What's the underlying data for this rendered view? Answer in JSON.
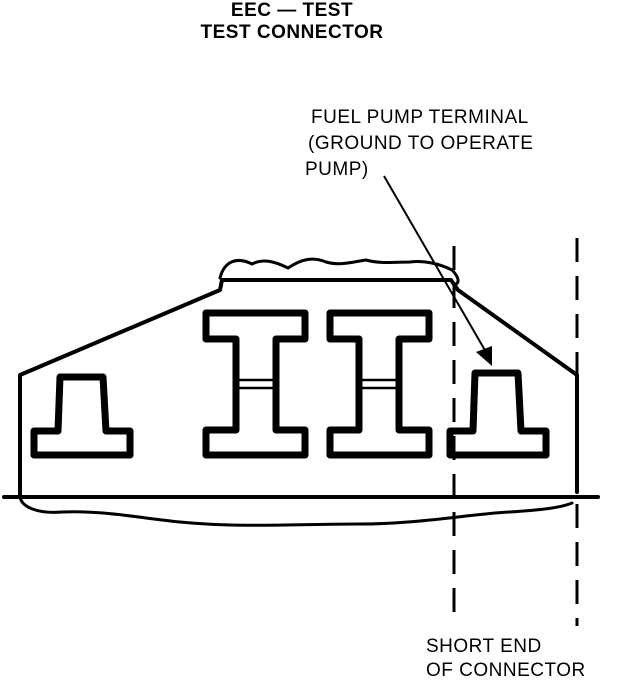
{
  "title": {
    "line1": "EEC — TEST",
    "line2": "TEST CONNECTOR"
  },
  "callouts": {
    "fuel_pump_terminal": {
      "line1": "FUEL PUMP TERMINAL",
      "line2": "(GROUND TO OPERATE",
      "line3": "PUMP)"
    },
    "short_end": {
      "line1": "SHORT END",
      "line2": "OF CONNECTOR"
    }
  },
  "colors": {
    "ink": "#000000",
    "background": "#ffffff"
  }
}
